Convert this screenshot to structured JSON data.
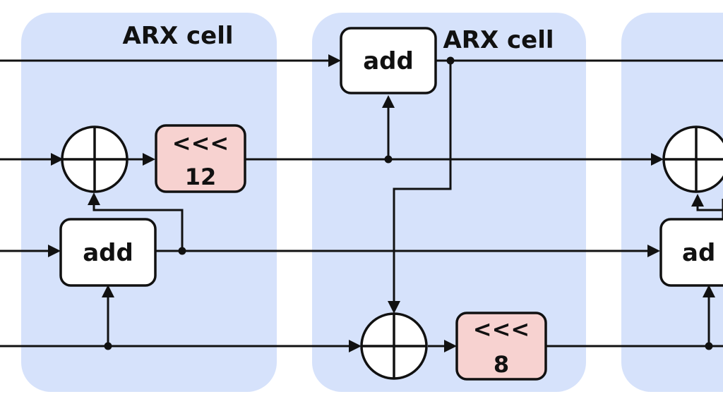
{
  "cells": [
    {
      "title": "ARX cell"
    },
    {
      "title": "ARX cell"
    },
    {
      "title": ""
    }
  ],
  "ops": {
    "add": "add",
    "add_partial": "ad",
    "rotate_symbol": "<<<",
    "rotate_12": "12",
    "rotate_8": "8"
  },
  "colors": {
    "cell_background": "#d6e2fb",
    "rotate_box": "#f7d2d0",
    "line": "#111111"
  }
}
